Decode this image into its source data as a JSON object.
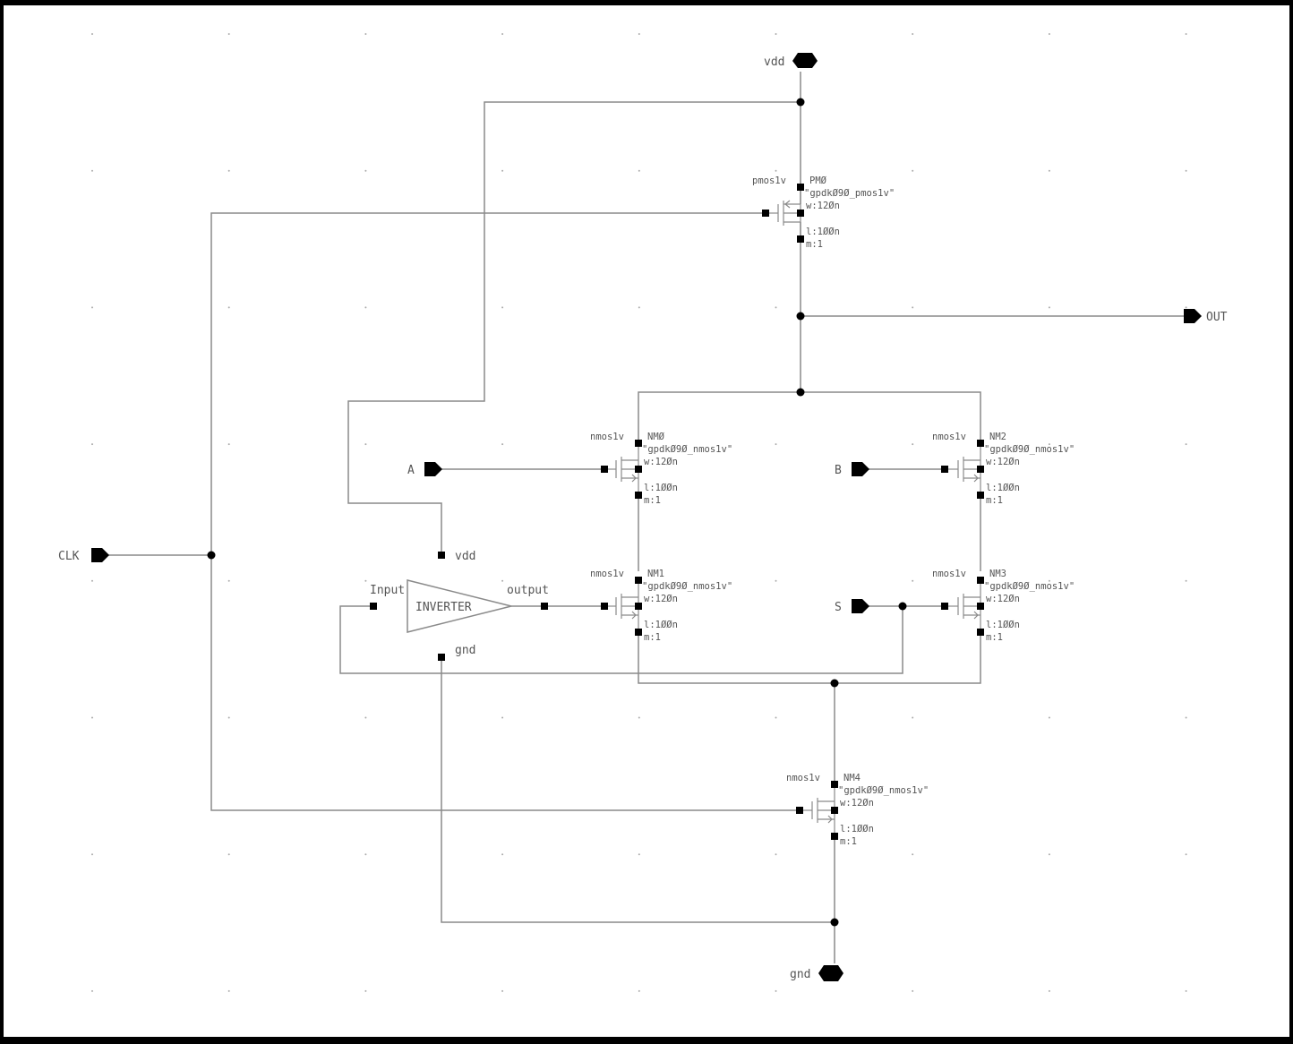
{
  "colors": {
    "background": "#ffffff",
    "frame": "#000000",
    "wire": "#8a8a8a",
    "pin": "#000000",
    "text": "#555555"
  },
  "pins": {
    "vdd": "vdd",
    "gnd": "gnd",
    "out": "OUT",
    "clk": "CLK",
    "a": "A",
    "b": "B",
    "s": "S"
  },
  "inverter": {
    "label": "INVERTER",
    "input": "Input",
    "output": "output",
    "vdd": "vdd",
    "gnd": "gnd"
  },
  "transistors": {
    "pm0": {
      "cell": "pmos1v",
      "name": "PMØ",
      "model": "\"gpdkØ9Ø_pmos1v\"",
      "w": "w:12Øn",
      "l": "l:1ØØn",
      "m": "m:1"
    },
    "nm0": {
      "cell": "nmos1v",
      "name": "NMØ",
      "model": "\"gpdkØ9Ø_nmos1v\"",
      "w": "w:12Øn",
      "l": "l:1ØØn",
      "m": "m:1"
    },
    "nm1": {
      "cell": "nmos1v",
      "name": "NM1",
      "model": "\"gpdkØ9Ø_nmos1v\"",
      "w": "w:12Øn",
      "l": "l:1ØØn",
      "m": "m:1"
    },
    "nm2": {
      "cell": "nmos1v",
      "name": "NM2",
      "model": "\"gpdkØ9Ø_nmos1v\"",
      "w": "w:12Øn",
      "l": "l:1ØØn",
      "m": "m:1"
    },
    "nm3": {
      "cell": "nmos1v",
      "name": "NM3",
      "model": "\"gpdkØ9Ø_nmos1v\"",
      "w": "w:12Øn",
      "l": "l:1ØØn",
      "m": "m:1"
    },
    "nm4": {
      "cell": "nmos1v",
      "name": "NM4",
      "model": "\"gpdkØ9Ø_nmos1v\"",
      "w": "w:12Øn",
      "l": "l:1ØØn",
      "m": "m:1"
    }
  }
}
